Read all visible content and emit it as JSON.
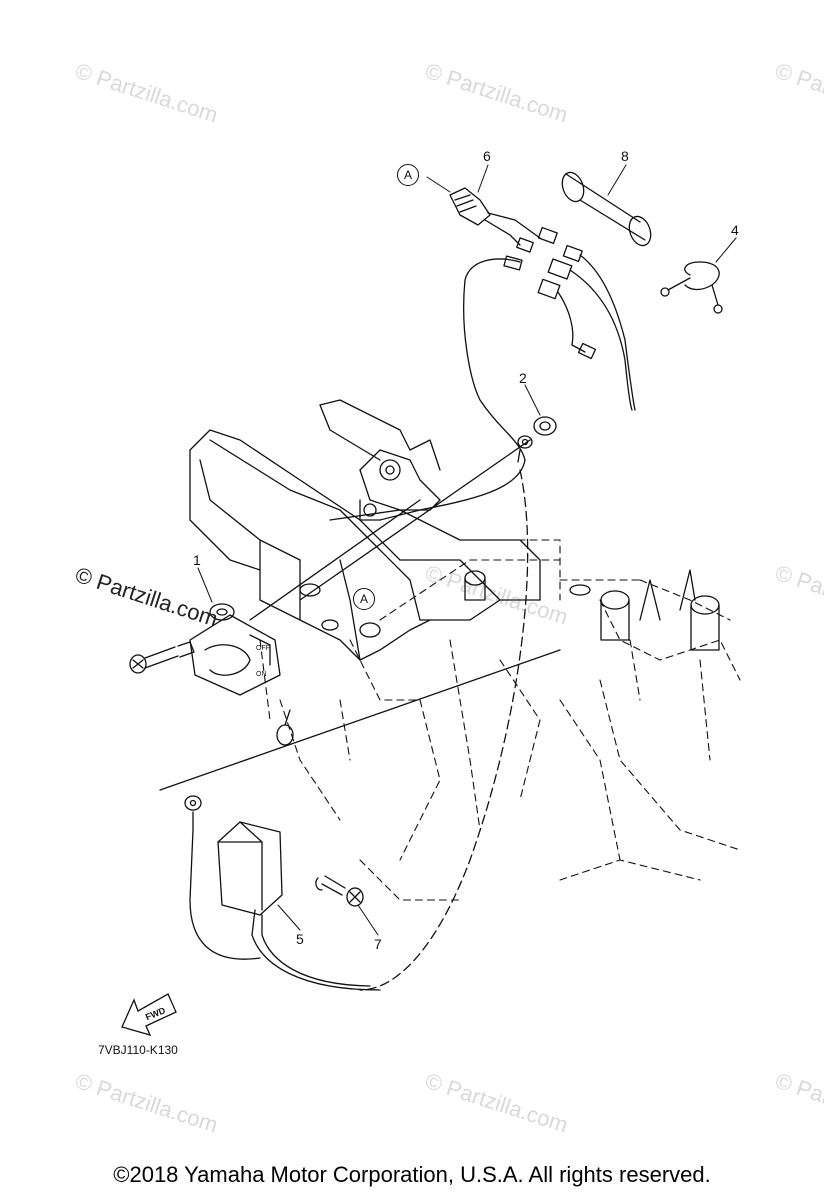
{
  "watermarks": {
    "site": "© Partzilla.com"
  },
  "callouts": [
    "1",
    "2",
    "4",
    "5",
    "6",
    "7",
    "8"
  ],
  "ref_marker": "A",
  "fwd_label": "FWD",
  "part_code": "7VBJ110-K130",
  "copyright": "©2018  Yamaha Motor Corporation, U.S.A. All rights reserved."
}
